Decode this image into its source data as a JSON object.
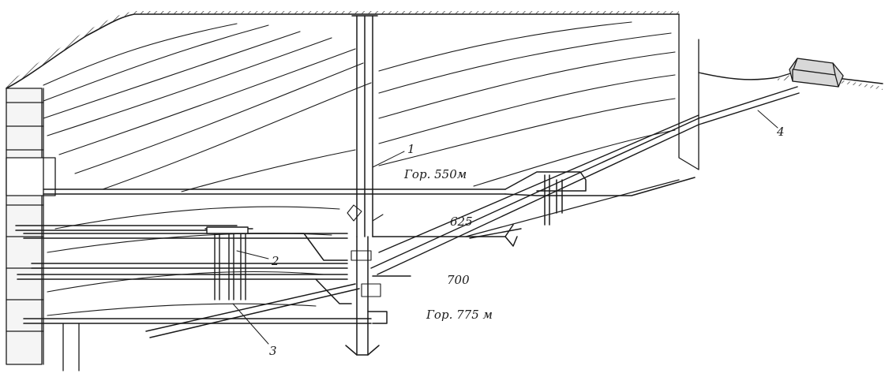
{
  "diagram": {
    "labels": {
      "shaft_marker": "1",
      "raise_marker": "2",
      "drift_marker": "3",
      "incline_marker": "4",
      "level_550": "Гор. 550м",
      "level_625": "625",
      "level_700": "700",
      "level_775": "Гор. 775 м"
    },
    "colors": {
      "line": "#1a1a1a",
      "hatch": "#333333",
      "background": "#ffffff"
    }
  }
}
